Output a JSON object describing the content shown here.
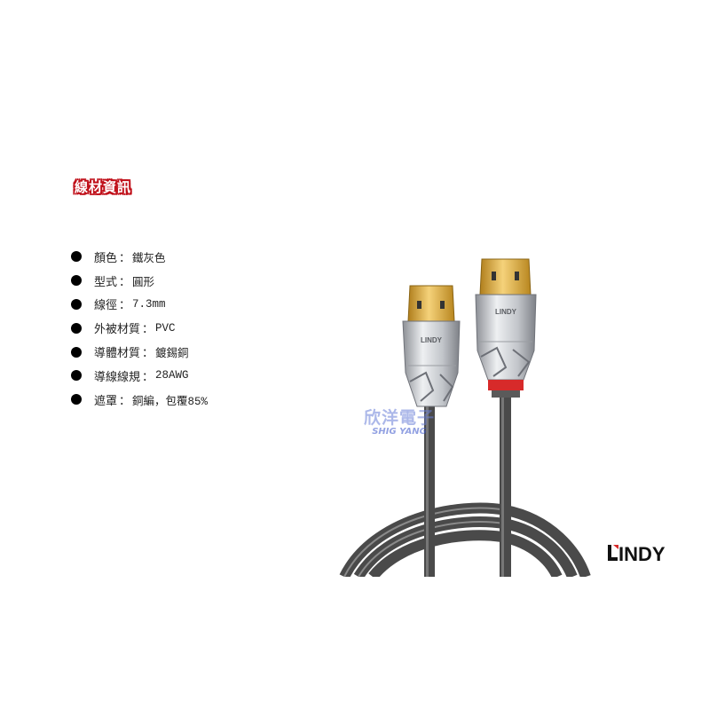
{
  "section_title": "線材資訊",
  "specs": [
    {
      "label": "顏色",
      "value": "鐵灰色"
    },
    {
      "label": "型式",
      "value": "圓形"
    },
    {
      "label": "線徑",
      "value": "7.3mm"
    },
    {
      "label": "外被材質",
      "value": "PVC"
    },
    {
      "label": "導體材質",
      "value": "鍍錫銅"
    },
    {
      "label": "導線線規",
      "value": "28AWG"
    },
    {
      "label": "遮罩",
      "value": "銅編，包覆85%"
    }
  ],
  "separator": "：",
  "product_logo_text": "LINDY",
  "watermark": {
    "chinese": "欣洋電子",
    "english": "SHIG YANG"
  },
  "brand_logo_text": "LINDY",
  "colors": {
    "title_red": "#c0101a",
    "cable_grey": "#4a4a4a",
    "connector_gold": "#e2b23a",
    "boot_red": "#d72a2a"
  }
}
